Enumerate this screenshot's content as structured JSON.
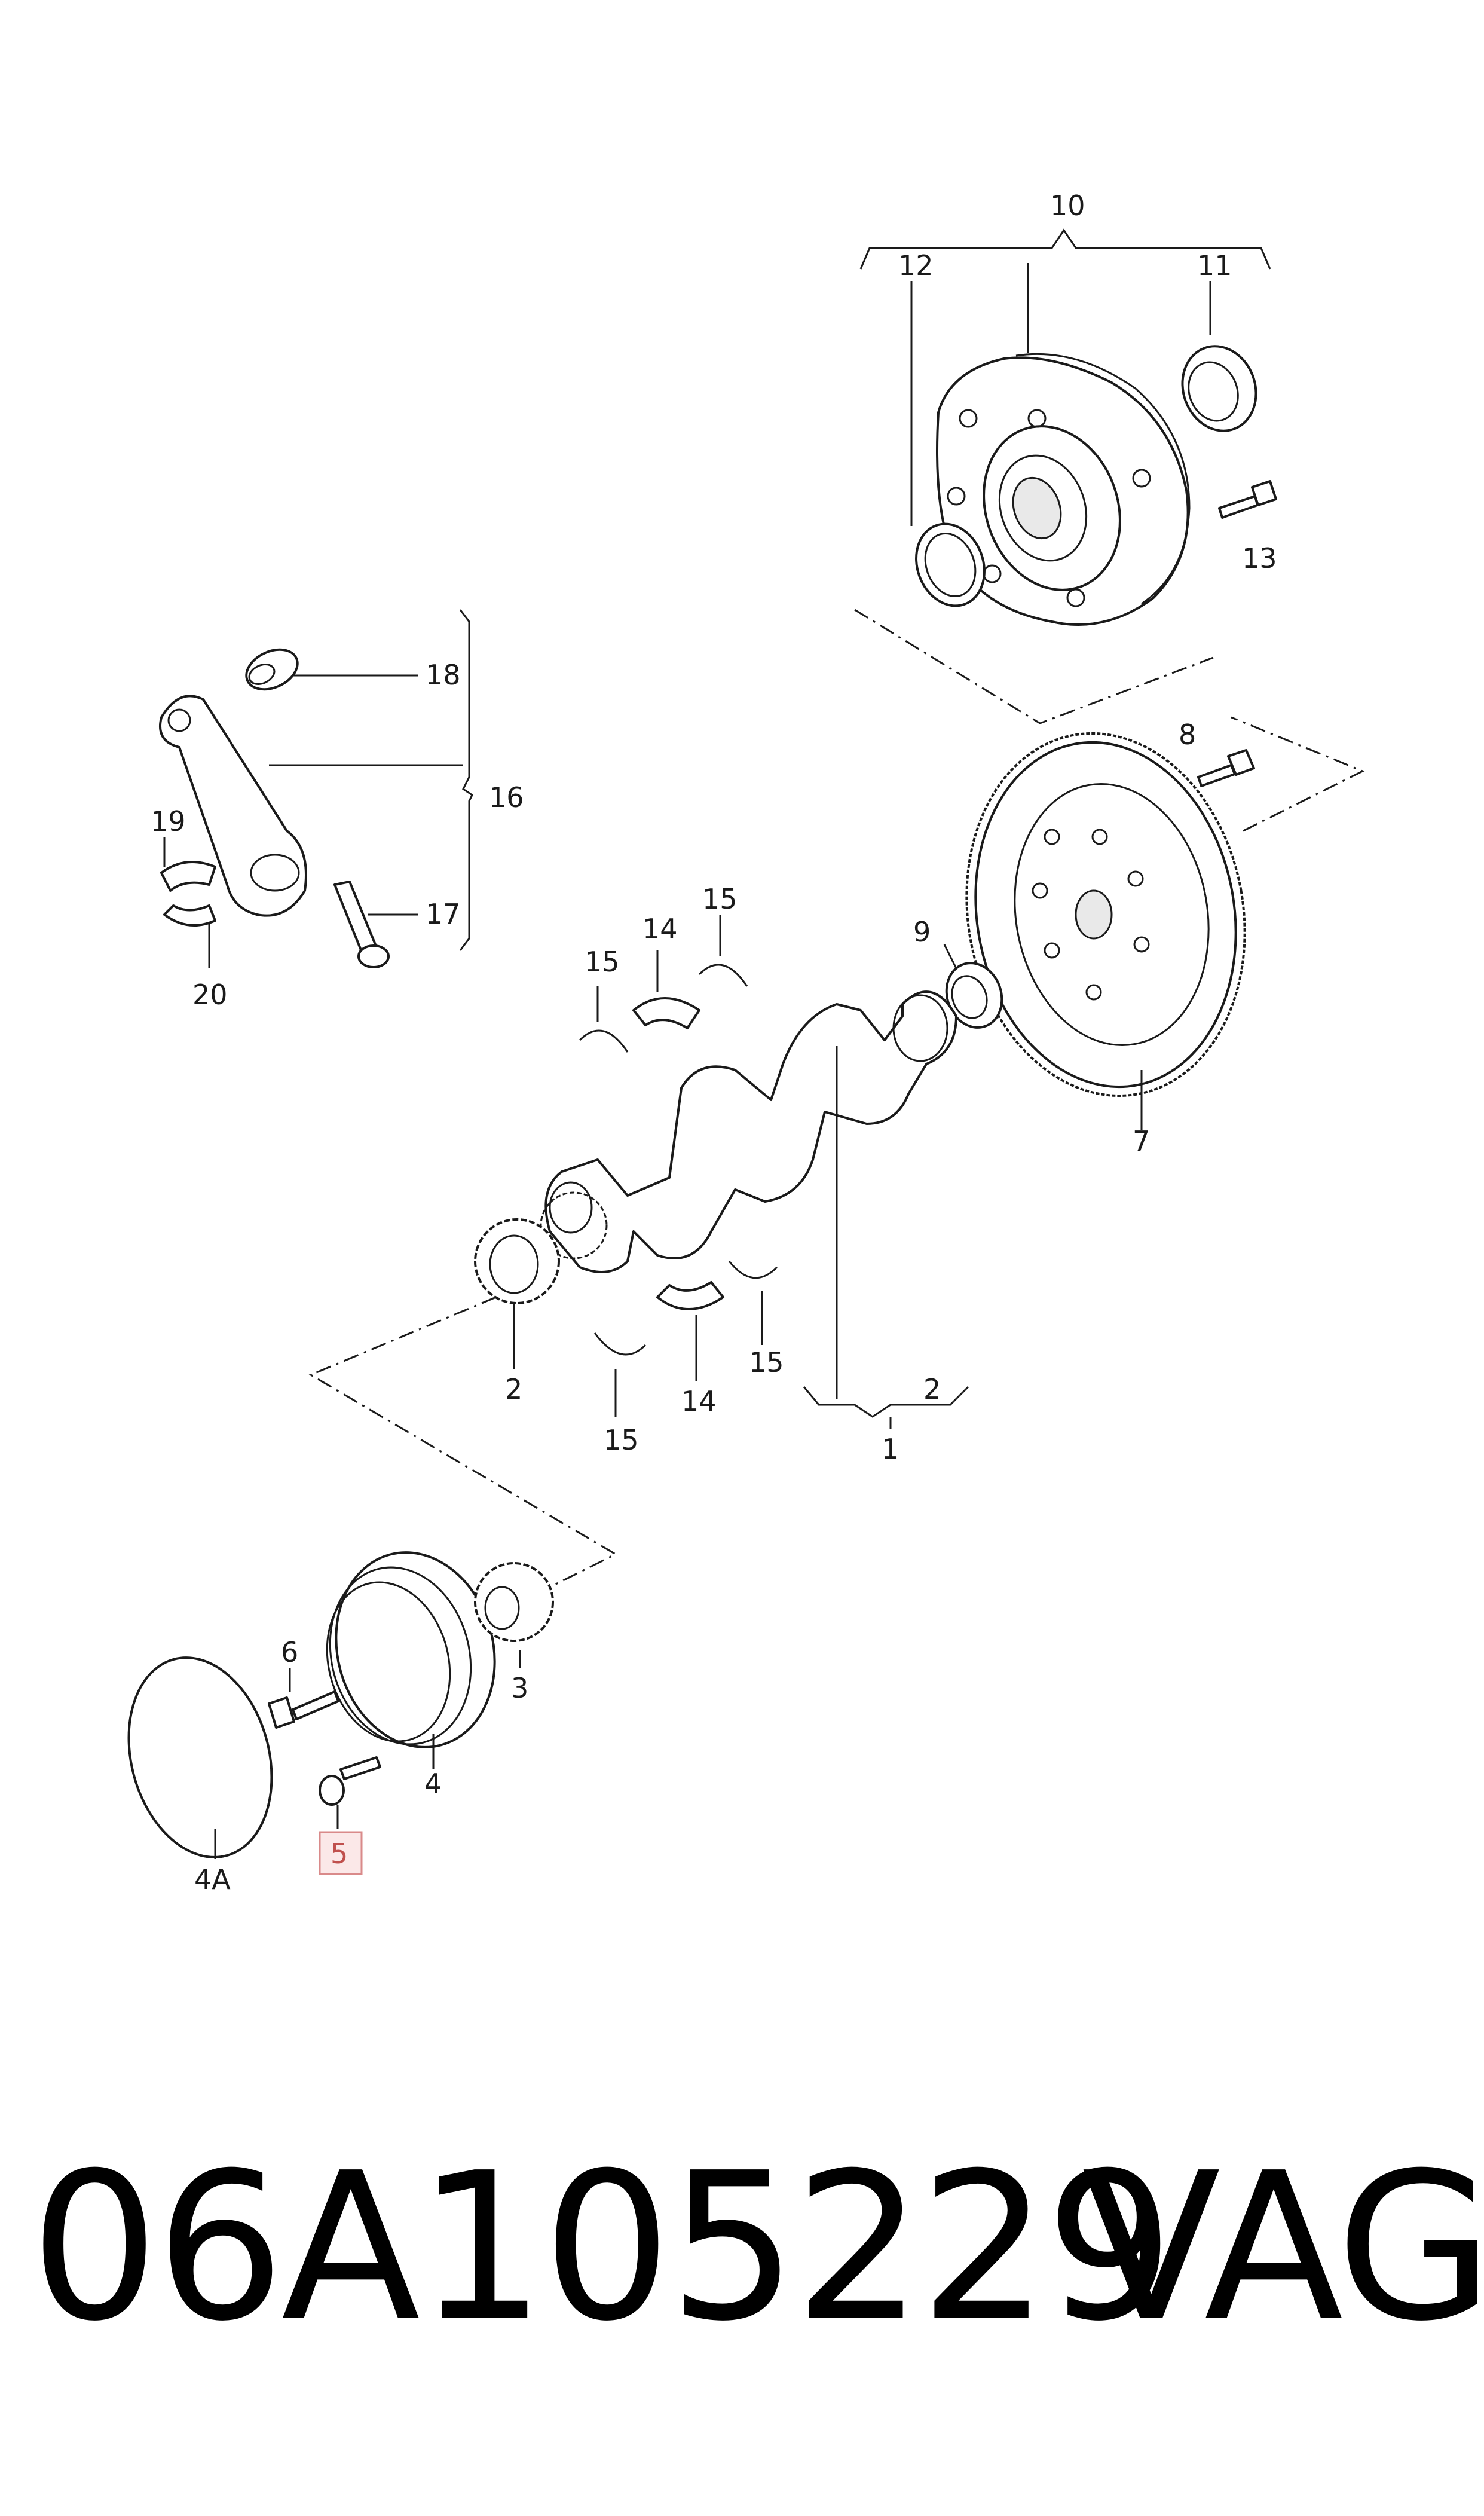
{
  "labels": {
    "l1": "1",
    "l2a": "2",
    "l2b": "2",
    "l3": "3",
    "l4": "4",
    "l4a": "4A",
    "l5": "5",
    "l6": "6",
    "l7": "7",
    "l8": "8",
    "l9": "9",
    "l10": "10",
    "l11": "11",
    "l12": "12",
    "l13": "13",
    "l14a": "14",
    "l14b": "14",
    "l15a": "15",
    "l15b": "15",
    "l15c": "15",
    "l15d": "15",
    "l16": "16",
    "l17": "17",
    "l18": "18",
    "l19": "19",
    "l20": "20"
  },
  "highlighted_label": "5",
  "highlight_color": "#c0504d",
  "footer": {
    "part_number": "06A105229",
    "brand": "VAG"
  }
}
